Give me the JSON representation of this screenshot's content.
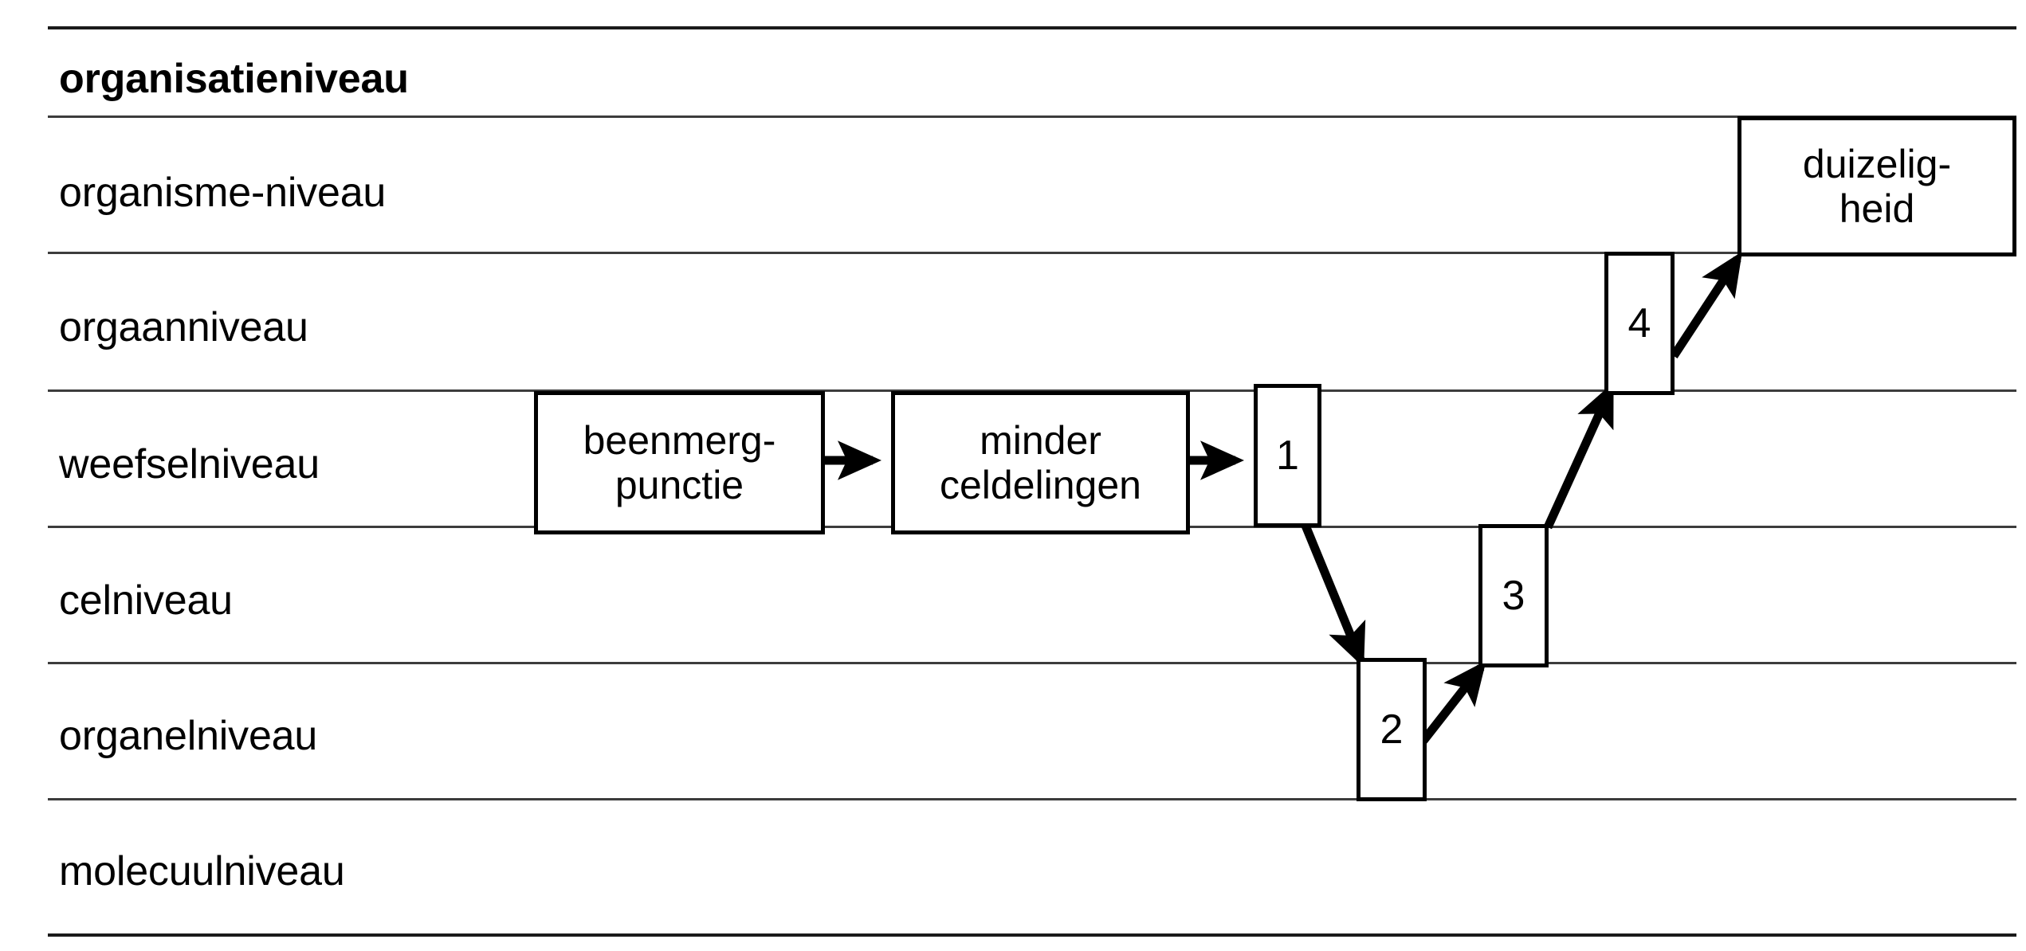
{
  "diagram": {
    "title": "organisatieniveau",
    "levels": [
      {
        "label": "organisatieniveau",
        "header": true
      },
      {
        "label": "organisme-niveau",
        "header": false
      },
      {
        "label": "orgaanniveau",
        "header": false
      },
      {
        "label": "weefselniveau",
        "header": false
      },
      {
        "label": "celniveau",
        "header": false
      },
      {
        "label": "organelniveau",
        "header": false
      },
      {
        "label": "molecuulniveau",
        "header": false
      }
    ],
    "nodes": [
      {
        "id": "beenmergpunctie",
        "text": "beenmerg-\npunctie",
        "line1": "beenmerg-",
        "line2": "punctie",
        "level": "weefselniveau"
      },
      {
        "id": "minder-celdelingen",
        "text": "minder\nceldelingen",
        "line1": "minder",
        "line2": "celdelingen",
        "level": "weefselniveau"
      },
      {
        "id": "step-1",
        "text": "1",
        "level": "weefselniveau"
      },
      {
        "id": "step-2",
        "text": "2",
        "level": "organelniveau"
      },
      {
        "id": "step-3",
        "text": "3",
        "level": "celniveau"
      },
      {
        "id": "step-4",
        "text": "4",
        "level": "orgaanniveau"
      },
      {
        "id": "duizeligheid",
        "text": "duizelig-\nheid",
        "line1": "duizelig-",
        "line2": "heid",
        "level": "organisme-niveau"
      }
    ],
    "connections": [
      {
        "from": "beenmergpunctie",
        "to": "minder-celdelingen",
        "style": "horizontal-arrow"
      },
      {
        "from": "minder-celdelingen",
        "to": "step-1",
        "style": "horizontal-arrow"
      },
      {
        "from": "step-1",
        "to": "step-2",
        "style": "diagonal-arrow-down"
      },
      {
        "from": "step-2",
        "to": "step-3",
        "style": "diagonal-arrow-up"
      },
      {
        "from": "step-3",
        "to": "step-4",
        "style": "diagonal-arrow-up"
      },
      {
        "from": "step-4",
        "to": "duizeligheid",
        "style": "diagonal-arrow-up"
      }
    ],
    "colors": {
      "ink": "#000000",
      "rule": "#1a1a1a",
      "background": "#ffffff"
    }
  }
}
